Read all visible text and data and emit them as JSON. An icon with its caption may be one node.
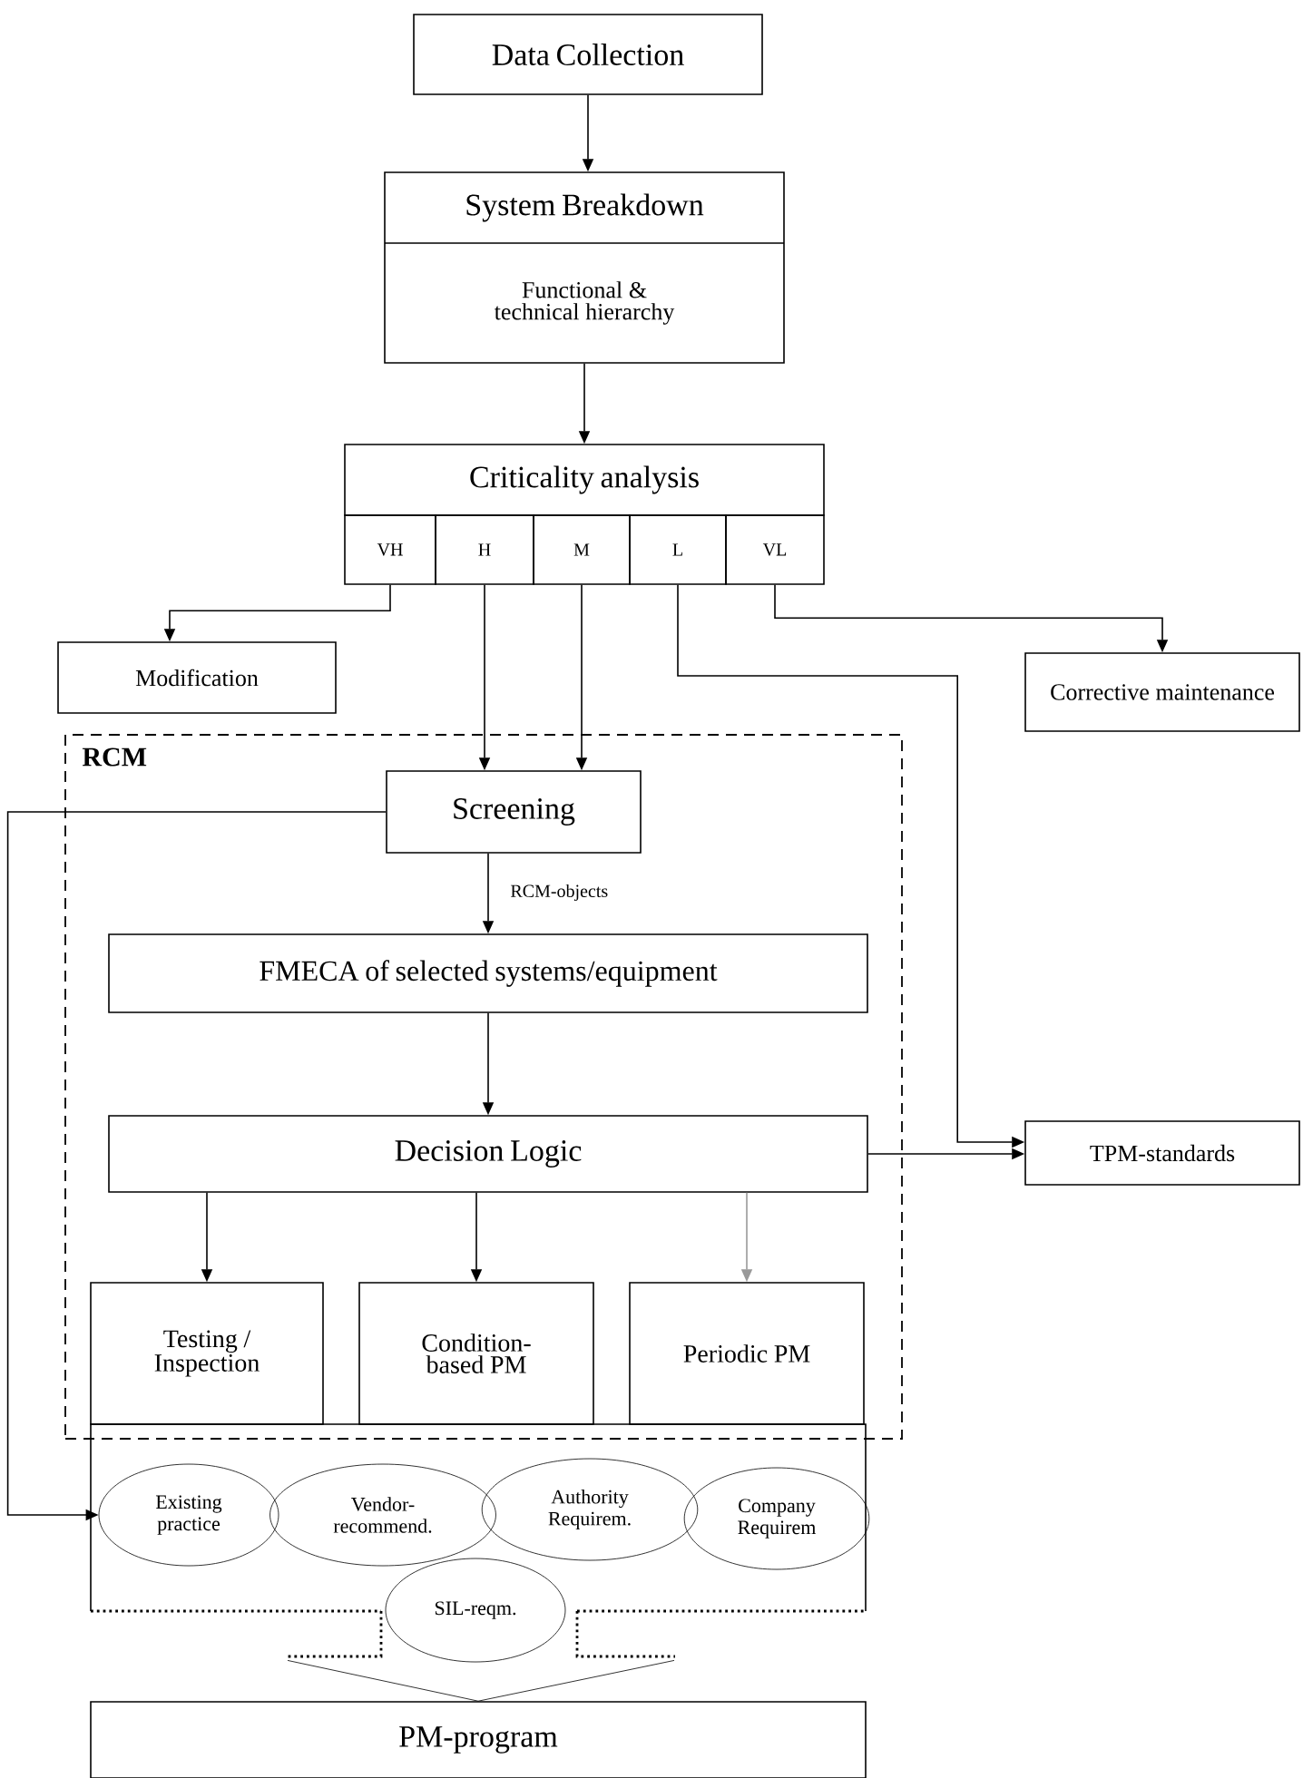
{
  "diagram": {
    "nodes": [
      {
        "text": [
          "Data Collection"
        ]
      },
      {
        "text": [
          "System Breakdown",
          "Functional & technical hierarchy"
        ]
      },
      {
        "text": [
          "Criticality analysis"
        ]
      },
      {
        "text": [
          "VH"
        ]
      },
      {
        "text": [
          "H"
        ]
      },
      {
        "text": [
          "M"
        ]
      },
      {
        "text": [
          "L"
        ]
      },
      {
        "text": [
          "VL"
        ]
      },
      {
        "text": [
          "Modification"
        ]
      },
      {
        "text": [
          "Corrective maintenance"
        ]
      },
      {
        "text": [
          "RCM"
        ]
      },
      {
        "text": [
          "Screening"
        ],
        "in": 10
      },
      {
        "text": [
          "FMECA of selected systems/equipment"
        ],
        "in": 10
      },
      {
        "text": [
          "Decision Logic"
        ],
        "in": 10
      },
      {
        "text": [
          "TPM-standards"
        ]
      },
      {
        "text": [
          "Testing / Inspection"
        ],
        "in": 10
      },
      {
        "text": [
          "Condition-based PM"
        ],
        "in": 10
      },
      {
        "text": [
          "Periodic PM"
        ],
        "in": 10
      },
      {
        "text": [],
        "shape": "box"
      },
      {
        "text": [
          "Existing practice"
        ],
        "in": 18
      },
      {
        "text": [
          "Vendor-recommend."
        ],
        "in": 18
      },
      {
        "text": [
          "Authority Requirem."
        ],
        "in": 18
      },
      {
        "text": [
          "Company Requirem"
        ],
        "in": 18
      },
      {
        "text": [
          "SIL-reqm."
        ],
        "in": 18
      },
      {
        "text": [
          "PM-program"
        ]
      }
    ],
    "edges": [
      {
        "from": 0,
        "to": 1,
        "arrow": "to"
      },
      {
        "from": 1,
        "to": 2,
        "arrow": "to"
      },
      {
        "from": 3,
        "to": 8,
        "arrow": "to"
      },
      {
        "from": 4,
        "to": 11,
        "arrow": "to"
      },
      {
        "from": 5,
        "to": 11,
        "arrow": "to"
      },
      {
        "from": 6,
        "to": 14,
        "arrow": "to"
      },
      {
        "from": 7,
        "to": 9,
        "arrow": "to"
      },
      {
        "from": 11,
        "to": 12,
        "arrow": "to",
        "label": "RCM-objects"
      },
      {
        "from": 12,
        "to": 13,
        "arrow": "to"
      },
      {
        "from": 13,
        "to": 14,
        "arrow": "to"
      },
      {
        "from": 13,
        "to": 15,
        "arrow": "to"
      },
      {
        "from": 13,
        "to": 16,
        "arrow": "to"
      },
      {
        "from": 13,
        "to": 17,
        "arrow": "to",
        "color": "#999999"
      },
      {
        "from": 11,
        "to": 19,
        "arrow": "to"
      },
      {
        "from": 18,
        "to": 24,
        "arrow": "none"
      }
    ]
  }
}
